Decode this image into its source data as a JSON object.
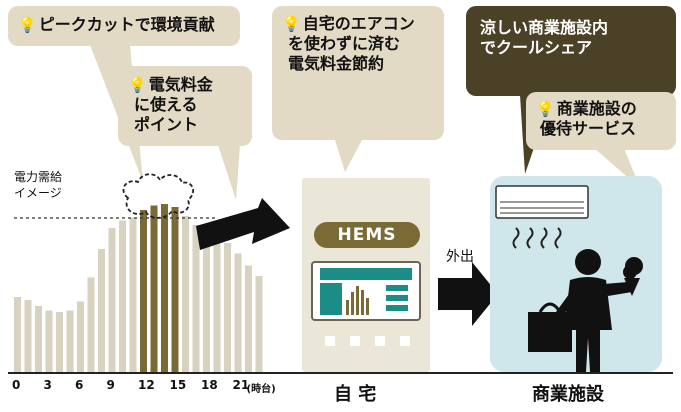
{
  "bubbles": {
    "peak_cut": "ピークカットで環境貢献",
    "points": [
      "電気料金",
      "に使える",
      "ポイント"
    ],
    "home_ac": [
      "自宅のエアコン",
      "を使わずに済む",
      "電気料金節約"
    ],
    "cool_share": [
      "涼しい商業施設内",
      "でクールシェア"
    ],
    "benefits": [
      "商業施設の",
      "優待サービス"
    ]
  },
  "chart": {
    "label": [
      "電力需給",
      "イメージ"
    ],
    "ticks": [
      "0",
      "3",
      "6",
      "9",
      "12",
      "15",
      "18",
      "21"
    ],
    "tick_suffix": "(時台)"
  },
  "chart_data": {
    "type": "bar",
    "categories": [
      "0",
      "1",
      "2",
      "3",
      "4",
      "5",
      "6",
      "7",
      "8",
      "9",
      "10",
      "11",
      "12",
      "13",
      "14",
      "15",
      "16",
      "17",
      "18",
      "19",
      "20",
      "21",
      "22",
      "23"
    ],
    "values": [
      50,
      48,
      44,
      41,
      40,
      41,
      47,
      63,
      82,
      96,
      101,
      103,
      108,
      111,
      112,
      110,
      104,
      98,
      95,
      91,
      86,
      79,
      71,
      64
    ],
    "highlight": [
      "12",
      "13",
      "14",
      "15"
    ],
    "colors": {
      "normal": "#d8d2c0",
      "peak": "#7a6a35"
    }
  },
  "home": {
    "hems": "HEMS",
    "label": "自 宅"
  },
  "arrow_label": "外出",
  "shop": {
    "label": "商業施設"
  },
  "colors": {
    "bubble": "#e2dac4",
    "dark": "#4b4127",
    "building": "#eae6d8",
    "shop_bg": "#cfe6ea",
    "screen": "#1c8c86"
  },
  "icons": [
    "lightbulb-icon",
    "air-conditioner-icon",
    "building-icon",
    "person-icon",
    "ice-cream-icon",
    "shopping-bag-icon",
    "arrow-right-icon"
  ]
}
